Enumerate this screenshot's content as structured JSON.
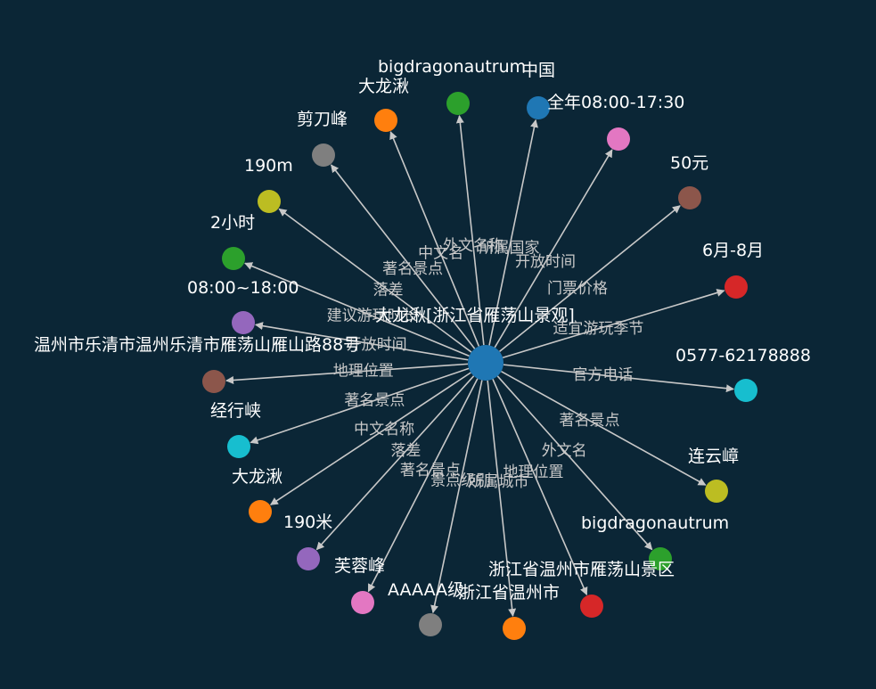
{
  "center": {
    "label": "大龙湫[浙江省雁荡山景观]",
    "color": "#1f77b4"
  },
  "nodes": [
    {
      "label": "大龙湫",
      "color": "#ff7f0e"
    },
    {
      "label": "bigdragonautrum",
      "color": "#2ca02c"
    },
    {
      "label": "中国",
      "color": "#1f77b4"
    },
    {
      "label": "全年08:00-17:30",
      "color": "#e377c2"
    },
    {
      "label": "50元",
      "color": "#8c564b"
    },
    {
      "label": "6月-8月",
      "color": "#d62728"
    },
    {
      "label": "0577-62178888",
      "color": "#17becf"
    },
    {
      "label": "连云嶂",
      "color": "#bcbd22"
    },
    {
      "label": "bigdragonautrum",
      "color": "#2ca02c"
    },
    {
      "label": "浙江省温州市雁荡山景区",
      "color": "#d62728"
    },
    {
      "label": "浙江省温州市",
      "color": "#ff7f0e"
    },
    {
      "label": "AAAAA级",
      "color": "#7f7f7f"
    },
    {
      "label": "芙蓉峰",
      "color": "#e377c2"
    },
    {
      "label": "190米",
      "color": "#9467bd"
    },
    {
      "label": "大龙湫",
      "color": "#ff7f0e"
    },
    {
      "label": "经行峡",
      "color": "#17becf"
    },
    {
      "label": "温州市乐清市温州乐清市雁荡山雁山路88号",
      "color": "#8c564b"
    },
    {
      "label": "08:00~18:00",
      "color": "#9467bd"
    },
    {
      "label": "2小时",
      "color": "#2ca02c"
    },
    {
      "label": "190m",
      "color": "#bcbd22"
    },
    {
      "label": "剪刀峰",
      "color": "#7f7f7f"
    }
  ],
  "edges": [
    {
      "target": 0,
      "label": "中文名"
    },
    {
      "target": 1,
      "label": "外文名称"
    },
    {
      "target": 2,
      "label": "所属国家"
    },
    {
      "target": 3,
      "label": "开放时间"
    },
    {
      "target": 4,
      "label": "门票价格"
    },
    {
      "target": 5,
      "label": "适宜游玩季节"
    },
    {
      "target": 6,
      "label": "官方电话"
    },
    {
      "target": 7,
      "label": "著名景点"
    },
    {
      "target": 8,
      "label": "外文名"
    },
    {
      "target": 9,
      "label": "地理位置"
    },
    {
      "target": 10,
      "label": "所属城市"
    },
    {
      "target": 11,
      "label": "景点级别"
    },
    {
      "target": 12,
      "label": "著名景点"
    },
    {
      "target": 13,
      "label": "落差"
    },
    {
      "target": 14,
      "label": "中文名称"
    },
    {
      "target": 15,
      "label": "著名景点"
    },
    {
      "target": 16,
      "label": "地理位置"
    },
    {
      "target": 17,
      "label": "开放时间"
    },
    {
      "target": 18,
      "label": "建议游玩时长"
    },
    {
      "target": 19,
      "label": "落差"
    },
    {
      "target": 20,
      "label": "著名景点"
    }
  ]
}
